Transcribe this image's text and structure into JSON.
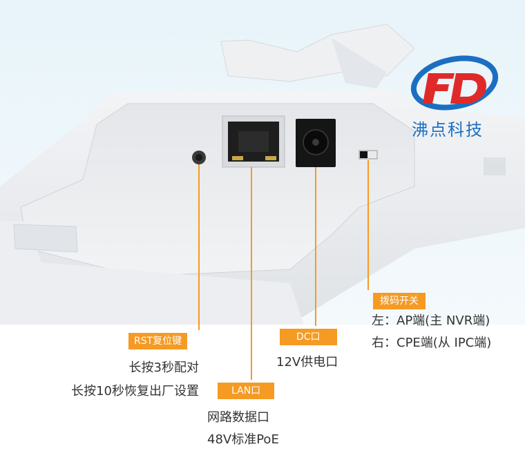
{
  "brand": {
    "logo_letters": "FD",
    "name": "沸点科技",
    "colors": {
      "red": "#e02a2a",
      "blue": "#1b6fc2"
    }
  },
  "accent_color": "#f59a23",
  "ports": {
    "rst": {
      "label": "RST复位键",
      "lines": [
        "长按3秒配对",
        "长按10秒恢复出厂设置"
      ]
    },
    "lan": {
      "label": "LAN口",
      "lines": [
        "网路数据口",
        "48V标准PoE"
      ]
    },
    "dc": {
      "label": "DC口",
      "lines": [
        "12V供电口"
      ]
    },
    "dip": {
      "label": "拨码开关",
      "lines": [
        "左：AP端(主 NVR端)",
        "右：CPE端(从 IPC端)"
      ]
    }
  }
}
